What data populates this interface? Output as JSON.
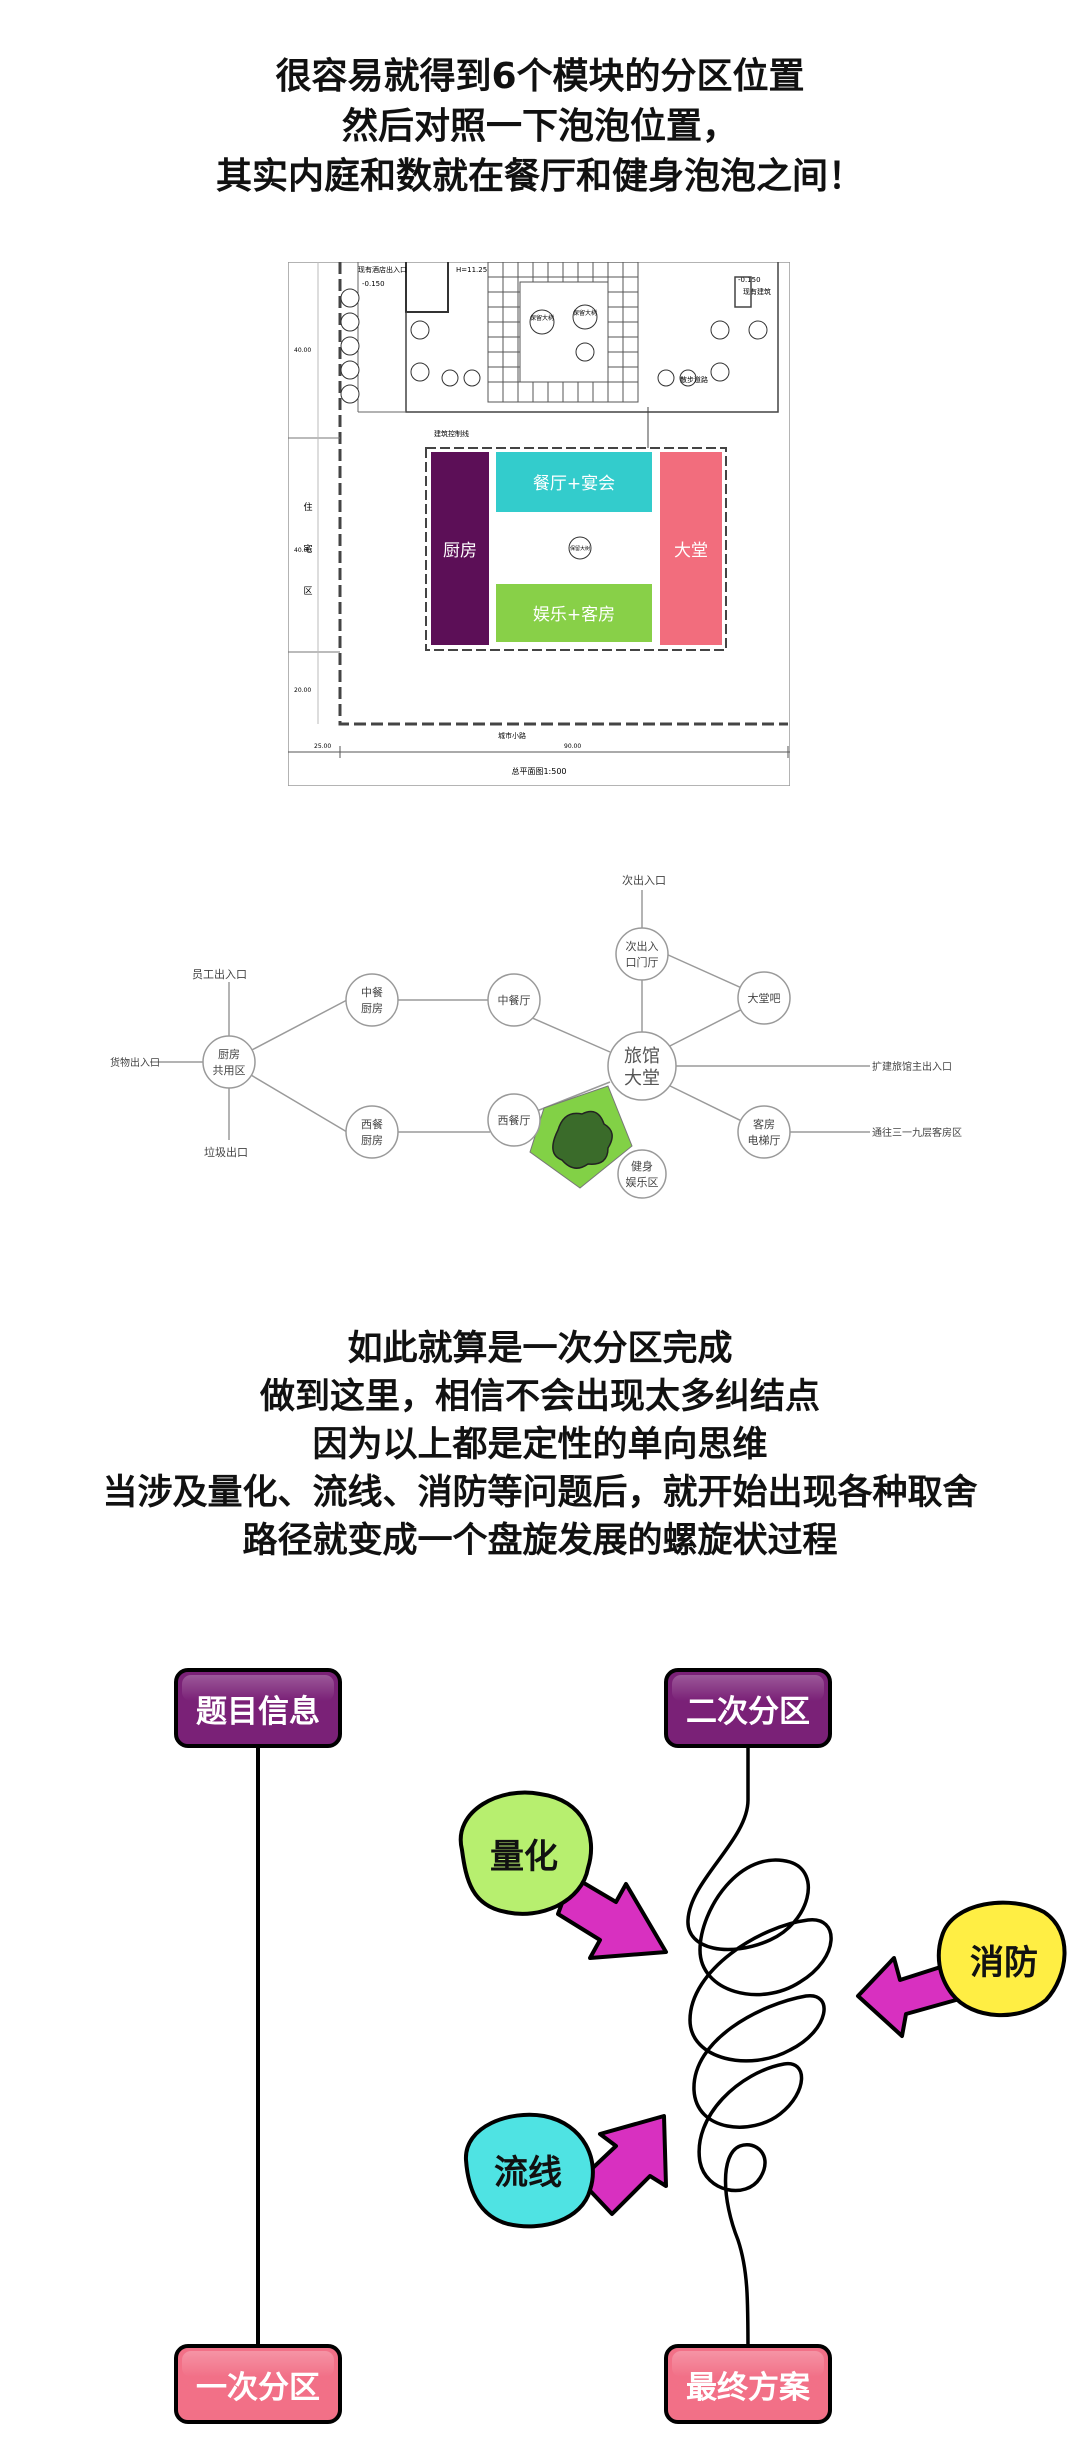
{
  "top_heading": {
    "lines": [
      "很容易就得到6个模块的分区位置",
      "然后对照一下泡泡位置，",
      "其实内庭和数就在餐厅和健身泡泡之间！"
    ]
  },
  "site_plan": {
    "zones": {
      "kitchen": "厨房",
      "dining": "餐厅+宴会",
      "entertainment": "娱乐+客房",
      "lobby": "大堂"
    },
    "labels": {
      "residential_1": "住",
      "residential_2": "宅",
      "residential_3": "区",
      "scale_caption": "总平面图1:500",
      "road": "城市小路",
      "outline_note": "建筑控制线",
      "tree_1": "保留大树",
      "tree_2": "保留大树",
      "tree_center": "保留大树",
      "pedestrian": "散步道路",
      "existing_entrance": "现有酒店出入口",
      "elevation_left": "-0.150",
      "elevation_right": "-0.150",
      "height_note": "H=11.25",
      "new_note": "现有建筑",
      "dim_bottom_left": "25.00",
      "dim_bottom_right": "90.00",
      "dim_left_top": "40.00",
      "dim_left_mid": "40.00",
      "dim_left_bottom": "20.00"
    },
    "colors": {
      "kitchen": "#5c0f57",
      "dining": "#33cccc",
      "entertainment": "#88d048",
      "lobby": "#f26d7d"
    }
  },
  "bubble_diagram": {
    "nodes": {
      "lobby_line1": "旅馆",
      "lobby_line2": "大堂",
      "secondary_entrance_line1": "次出入",
      "secondary_entrance_line2": "口门厅",
      "lobby_bar": "大堂吧",
      "guest_hall_line1": "客房",
      "guest_hall_line2": "电梯厅",
      "fitness_line1": "健身",
      "fitness_line2": "娱乐区",
      "western_restaurant": "西餐厅",
      "chinese_restaurant": "中餐厅",
      "chinese_kitchen_line1": "中餐",
      "chinese_kitchen_line2": "厨房",
      "western_kitchen_line1": "西餐",
      "western_kitchen_line2": "厨房",
      "kitchen_public_line1": "厨房",
      "kitchen_public_line2": "共用区"
    },
    "edge_labels": {
      "secondary_exit": "次出入口",
      "staff_entrance": "员工出入口",
      "cargo_entrance": "货物出入口",
      "garbage_exit": "垃圾出口",
      "main_entrance": "扩建旅馆主出入口",
      "guest_rooms": "通往三一九层客房区"
    },
    "colors": {
      "courtyard": "#82d146",
      "tree": "#3a6b2a"
    }
  },
  "mid_heading": {
    "lines": [
      "如此就算是一次分区完成",
      "做到这里，相信不会出现太多纠结点",
      "因为以上都是定性的单向思维",
      "当涉及量化、流线、消防等问题后，就开始出现各种取舍",
      "路径就变成一个盘旋发展的螺旋状过程"
    ]
  },
  "spiral_diagram": {
    "boxes": {
      "topic_info": "题目信息",
      "first_zoning": "一次分区",
      "second_zoning": "二次分区",
      "final_plan": "最终方案"
    },
    "bubbles": {
      "quantify": "量化",
      "fire_protection": "消防",
      "circulation": "流线"
    },
    "colors": {
      "purple_box": "#7a2177",
      "pink_box": "#f27087",
      "arrow": "#d830c0",
      "quantify": "#b7ef6f",
      "fire_protection": "#ffee44",
      "circulation": "#4fe3e3"
    }
  }
}
